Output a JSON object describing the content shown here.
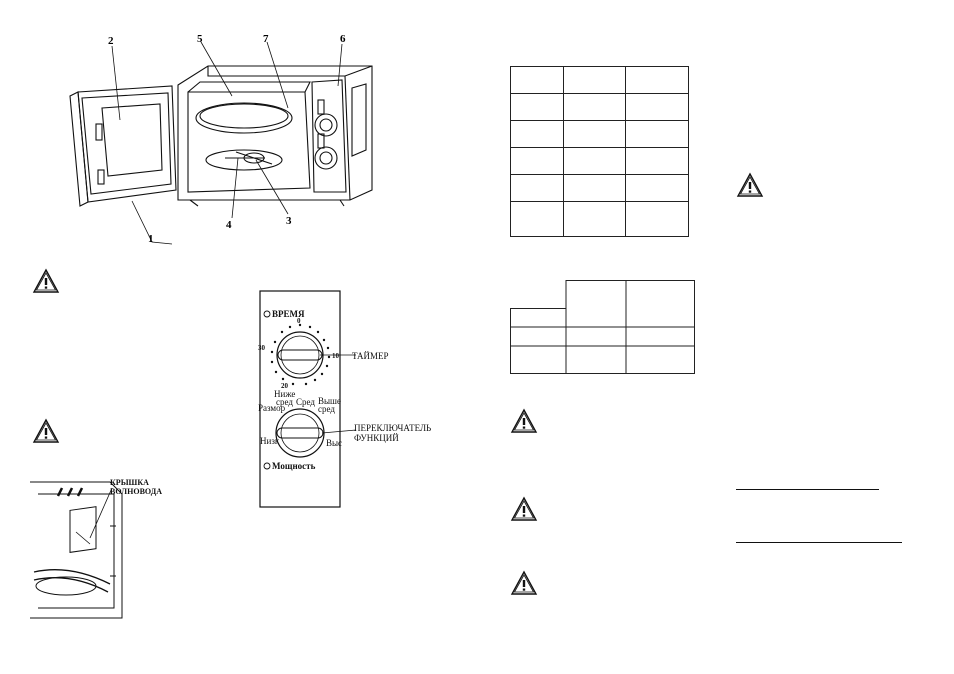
{
  "figure_oven": {
    "callouts": [
      "1",
      "2",
      "3",
      "4",
      "5",
      "6",
      "7"
    ]
  },
  "control_panel": {
    "time_label": "ВРЕМЯ",
    "power_label": "Мощность",
    "timer_label": "ТАЙМЕР",
    "function_switch_label_line1": "ПЕРЕКЛЮЧАТЕЛЬ",
    "function_switch_label_line2": "ФУНКЦИЙ",
    "power_levels": {
      "low": "Низк",
      "below_mid_line1": "Ниже",
      "below_mid_line2": "сред",
      "defrost": "Размор",
      "mid": "Сред",
      "above_mid_line1": "Выше",
      "above_mid_line2": "сред",
      "high": "Выс"
    },
    "timer_ticks": [
      "30",
      "0",
      "10",
      "20"
    ]
  },
  "waveguide_figure": {
    "label": "КРЫШКА ВОЛНОВОДА"
  },
  "tables": {
    "table1_rows": 6,
    "table2_rows": 4
  }
}
